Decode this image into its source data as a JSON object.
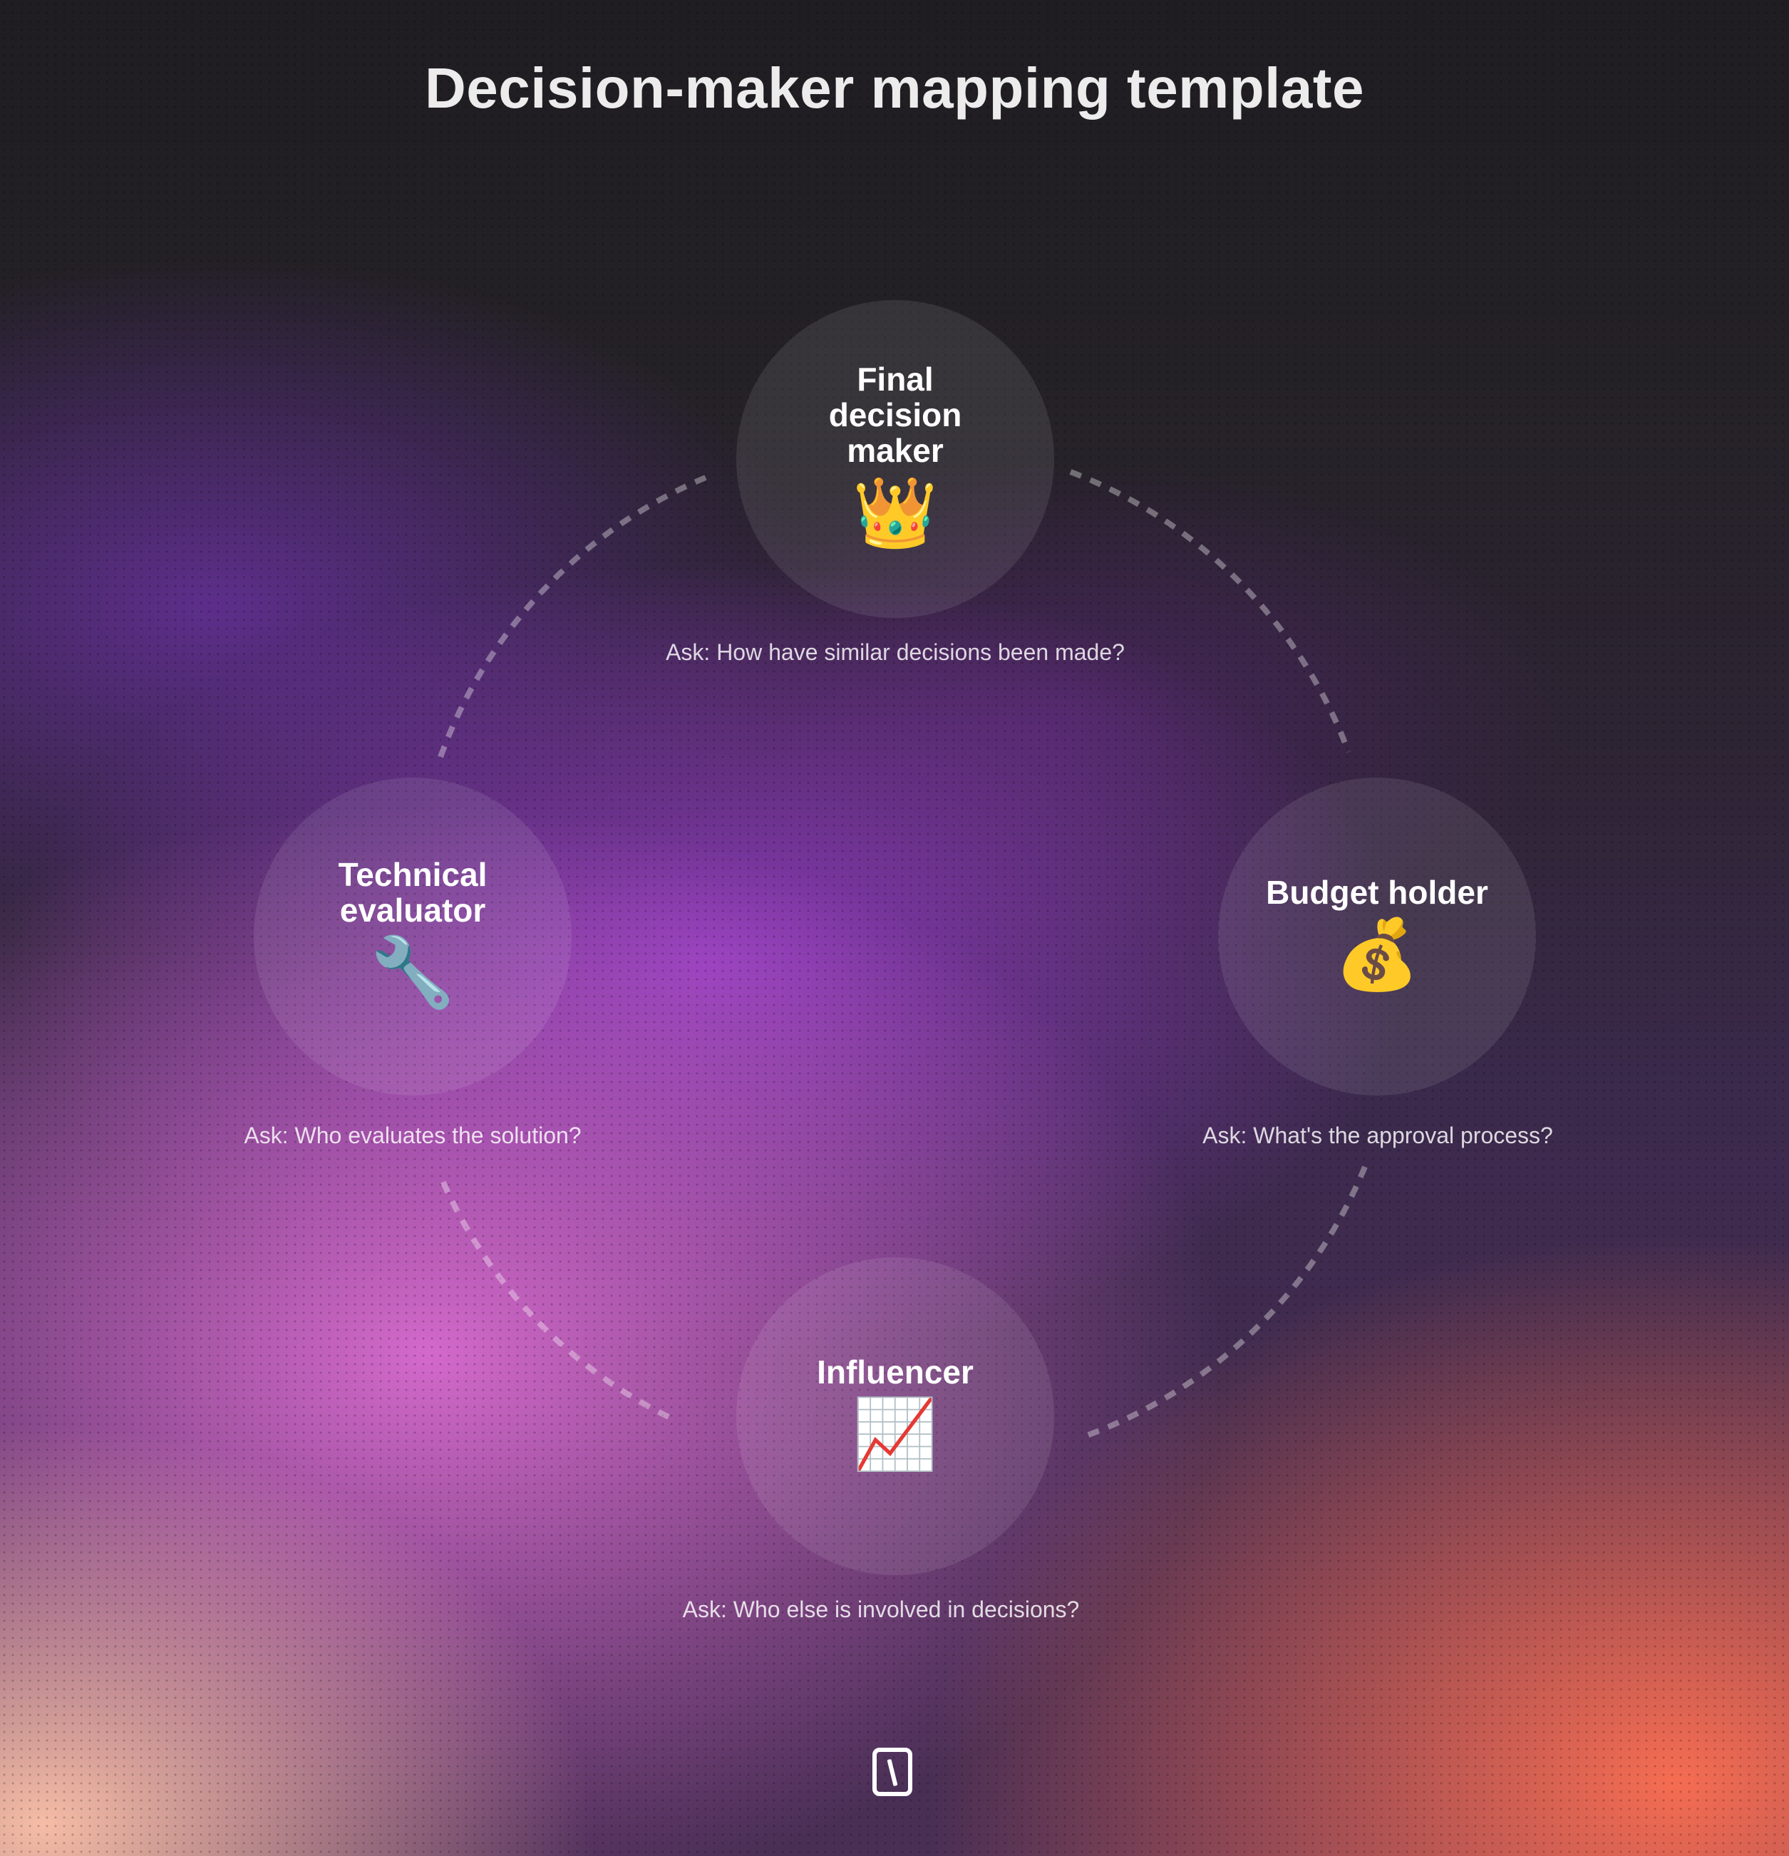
{
  "title": "Decision-maker mapping template",
  "colors": {
    "background_top": "#222024",
    "background_purple": "#9a3fd0",
    "background_pink": "#e06ed6",
    "background_coral": "#ff7052",
    "node_fill": "rgba(255,255,255,0.09)",
    "connector": "rgba(255,255,255,0.35)",
    "text": "#ffffff"
  },
  "nodes": [
    {
      "id": "final",
      "label": "Final decision maker",
      "icon": "crown-icon",
      "emoji": "👑",
      "ask": "Ask: How have similar decisions been made?"
    },
    {
      "id": "technical",
      "label": "Technical evaluator",
      "icon": "wrench-icon",
      "emoji": "🔧",
      "ask": "Ask: Who evaluates the solution?"
    },
    {
      "id": "budget",
      "label": "Budget holder",
      "icon": "money-bag-icon",
      "emoji": "💰",
      "ask": "Ask: What's the approval process?"
    },
    {
      "id": "influencer",
      "label": "Influencer",
      "icon": "chart-increasing-icon",
      "emoji": "📈",
      "ask": "Ask: Who else is involved in decisions?"
    }
  ],
  "footer": {
    "logo": "brand-logo-icon"
  }
}
